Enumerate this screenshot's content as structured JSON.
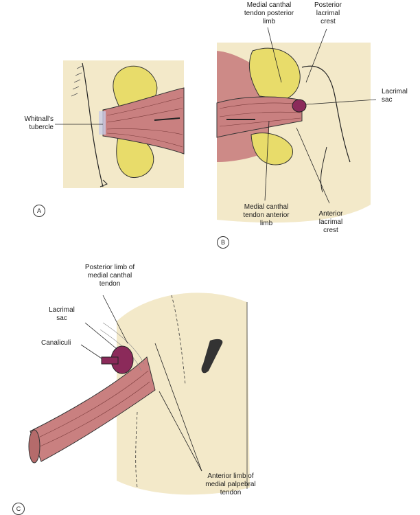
{
  "panels": {
    "a": {
      "badge": "A",
      "labels": {
        "whitnall": "Whitnall's\ntubercle"
      }
    },
    "b": {
      "badge": "B",
      "labels": {
        "mct_posterior": "Medial canthal\ntendon posterior\nlimb",
        "posterior_crest": "Posterior\nlacrimal\ncrest",
        "lacrimal_sac": "Lacrimal\nsac",
        "mct_anterior": "Medial canthal\ntendon anterior\nlimb",
        "anterior_crest": "Anterior\nlacrimal\ncrest"
      }
    },
    "c": {
      "badge": "C",
      "labels": {
        "posterior_limb": "Posterior limb of\nmedial canthal\ntendon",
        "lacrimal_sac": "Lacrimal\nsac",
        "canaliculi": "Canaliculi",
        "anterior_limb": "Anterior limb of\nmedial palpebral\ntendon"
      }
    }
  },
  "colors": {
    "bone": "#f3e9c9",
    "fat": "#e8dc6a",
    "tendon": "#c98080",
    "sac": "#8b2a5a",
    "outline": "#222222"
  }
}
